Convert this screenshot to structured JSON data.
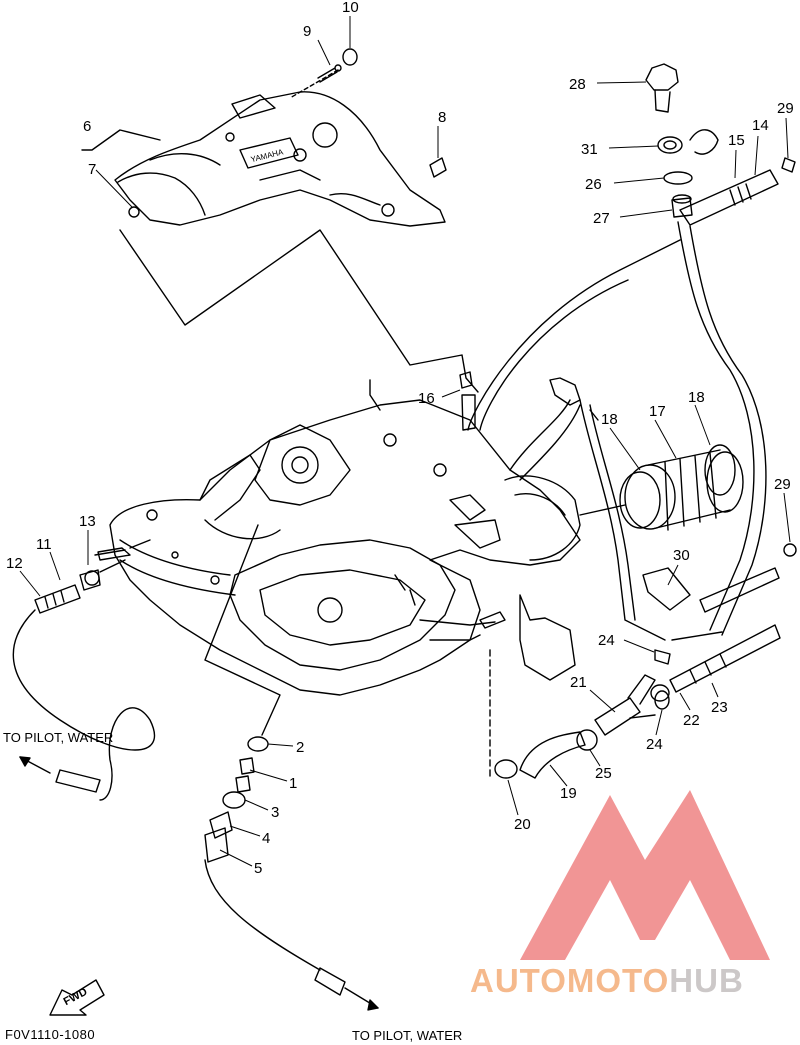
{
  "diagram": {
    "callouts": [
      "1",
      "2",
      "3",
      "4",
      "5",
      "6",
      "7",
      "8",
      "9",
      "10",
      "11",
      "12",
      "13",
      "14",
      "15",
      "16",
      "17",
      "18",
      "18",
      "19",
      "20",
      "21",
      "22",
      "23",
      "24",
      "24",
      "25",
      "26",
      "27",
      "28",
      "29",
      "29",
      "30",
      "31"
    ],
    "notes": {
      "to_pilot_water_left": "TO PILOT, WATER",
      "to_pilot_water_bottom": "TO PILOT, WATER"
    },
    "fwd_label": "FWD",
    "drawing_code": "F0V1110-1080",
    "cover_emblem": "YAMAHA"
  },
  "watermark": {
    "part_a": "AUTOMOTO",
    "part_b": "HUB",
    "colors": {
      "logo": "#f08a8a",
      "text_a": "#f5b98c",
      "text_b": "#ccc8c8"
    }
  }
}
